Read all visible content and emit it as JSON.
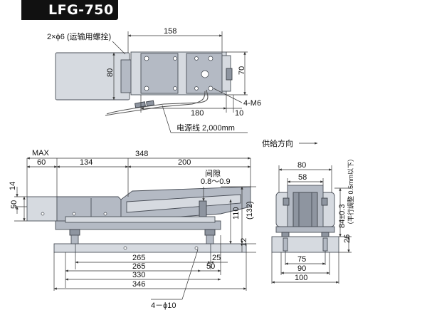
{
  "title": "LFG-750",
  "top_view": {
    "transport_bolt_note": "2×ϕ6 (运输用螺拴)",
    "dim_158": "158",
    "dim_80": "80",
    "dim_70": "70",
    "dim_180": "180",
    "dim_10": "10",
    "mount_holes": "4-M6",
    "cable_note": "电源线 2,000mm"
  },
  "feed_direction": "供給方向",
  "side_view": {
    "max_label": "MAX",
    "dim_60": "60",
    "dim_134": "134",
    "dim_348": "348",
    "dim_200": "200",
    "gap_label": "间隙",
    "gap_value": "0.8～0.9",
    "dim_14": "14",
    "dim_50": "50",
    "dim_110": "110",
    "dim_132": "(132)",
    "dim_12": "12",
    "dim_25": "25",
    "dim_265a": "265",
    "dim_265b": "265",
    "dim_50b": "50",
    "dim_330": "330",
    "dim_346": "346",
    "base_holes": "4－ϕ10"
  },
  "front_view": {
    "dim_80": "80",
    "dim_58": "58",
    "dim_84": "84±0.3",
    "adjust_note": "（平行調整 0.5mm以下）",
    "dim_26": "26",
    "dim_75": "75",
    "dim_90": "90",
    "dim_100": "100"
  }
}
